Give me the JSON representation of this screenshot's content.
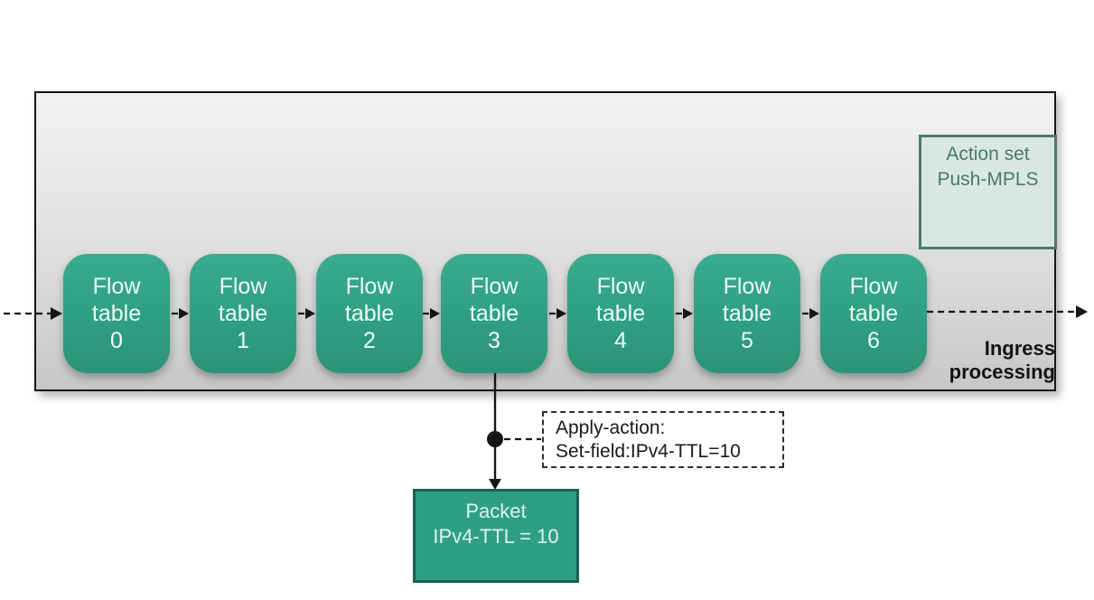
{
  "colors": {
    "teal": "#2f9f83",
    "teal-dark": "#156253",
    "teal-border": "#4d7a6c",
    "teal-text": "#49796b",
    "teal-light-fill": "#d8e8e0",
    "container-top": "#f2f2f1",
    "container-bottom": "#c7c7c6",
    "line": "#161616"
  },
  "pipeline": {
    "tables": [
      {
        "text": "Flow\ntable\n0"
      },
      {
        "text": "Flow\ntable\n1"
      },
      {
        "text": "Flow\ntable\n2"
      },
      {
        "text": "Flow\ntable\n3"
      },
      {
        "text": "Flow\ntable\n4"
      },
      {
        "text": "Flow\ntable\n5"
      },
      {
        "text": "Flow\ntable\n6"
      }
    ],
    "action_set": {
      "text": "Action set\nPush-MPLS"
    },
    "ingress_label": "Ingress\nprocessing",
    "apply_action": {
      "text": "Apply-action:\nSet-field:IPv4-TTL=10"
    },
    "packet": {
      "text": "Packet\nIPv4-TTL = 10"
    }
  }
}
